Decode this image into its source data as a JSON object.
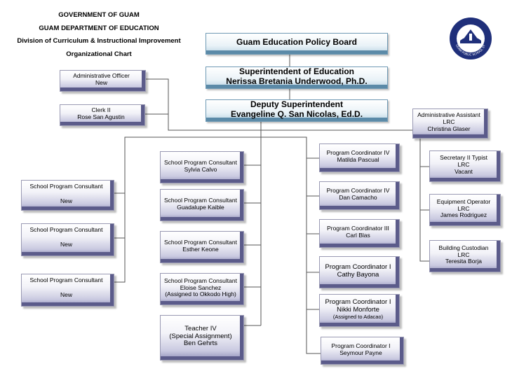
{
  "header": {
    "line1": "GOVERNMENT OF GUAM",
    "line2": "GUAM DEPARTMENT OF EDUCATION",
    "line3": "Division of Curriculum & Instructional Improvement",
    "line4": "Organizational Chart"
  },
  "seal": {
    "text": "GUAM PUBLIC SCHOOL SYSTEM"
  },
  "colors": {
    "box_shadow": "#5b5b8a",
    "line": "#555555",
    "top_box_accent": "#5b8aa8"
  },
  "top": {
    "board": {
      "line1": "Guam Education Policy Board"
    },
    "superintendent": {
      "line1": "Superintendent of Education",
      "line2": "Nerissa Bretania Underwood, Ph.D."
    },
    "deputy": {
      "line1": "Deputy Superintendent",
      "line2": "Evangeline Q. San Nicolas, Ed.D."
    }
  },
  "staff": {
    "admin_officer": {
      "title": "Administrative Officer",
      "name": "New"
    },
    "clerk": {
      "title": "Clerk II",
      "name": "Rose San Agustin"
    },
    "admin_assistant": {
      "title": "Administrative Assistant",
      "unit": "LRC",
      "name": "Christina Glaser"
    }
  },
  "left_consultants": [
    {
      "title": "School Program Consultant",
      "name": "New"
    },
    {
      "title": "School Program Consultant",
      "name": "New"
    },
    {
      "title": "School Program Consultant",
      "name": "New"
    }
  ],
  "mid_consultants": [
    {
      "title": "School Program Consultant",
      "name": "Sylvia Calvo"
    },
    {
      "title": "School Program Consultant",
      "name": "Guadalupe Kaible"
    },
    {
      "title": "School Program Consultant",
      "name": "Esther Keone"
    },
    {
      "title": "School Program Consultant",
      "name": "Eloise Sanchez",
      "note": "(Assigned to Okkodo High)"
    }
  ],
  "teacher": {
    "title": "Teacher IV",
    "subtitle": "(Special Assignment)",
    "name": "Ben Gehrts"
  },
  "coordinators": [
    {
      "title": "Program Coordinator IV",
      "name": "Matilda Pascual"
    },
    {
      "title": "Program Coordinator IV",
      "name": "Dan Camacho"
    },
    {
      "title": "Program Coordinator III",
      "name": "Carl Blas"
    },
    {
      "title": "Program Coordinator I",
      "name": "Cathy Bayona"
    },
    {
      "title": "Program Coordinator I",
      "name": "Nikki Monforte",
      "note": "(Assigned to Adacao)"
    },
    {
      "title": "Program Coordinator I",
      "name": "Seymour Payne"
    }
  ],
  "lrc_staff": [
    {
      "title": "Secretary II Typist",
      "unit": "LRC",
      "name": "Vacant"
    },
    {
      "title": "Equipment Operator",
      "unit": "LRC",
      "name": "James Rodriguez"
    },
    {
      "title": "Building Custodian",
      "unit": "LRC",
      "name": "Teresita Borja"
    }
  ]
}
